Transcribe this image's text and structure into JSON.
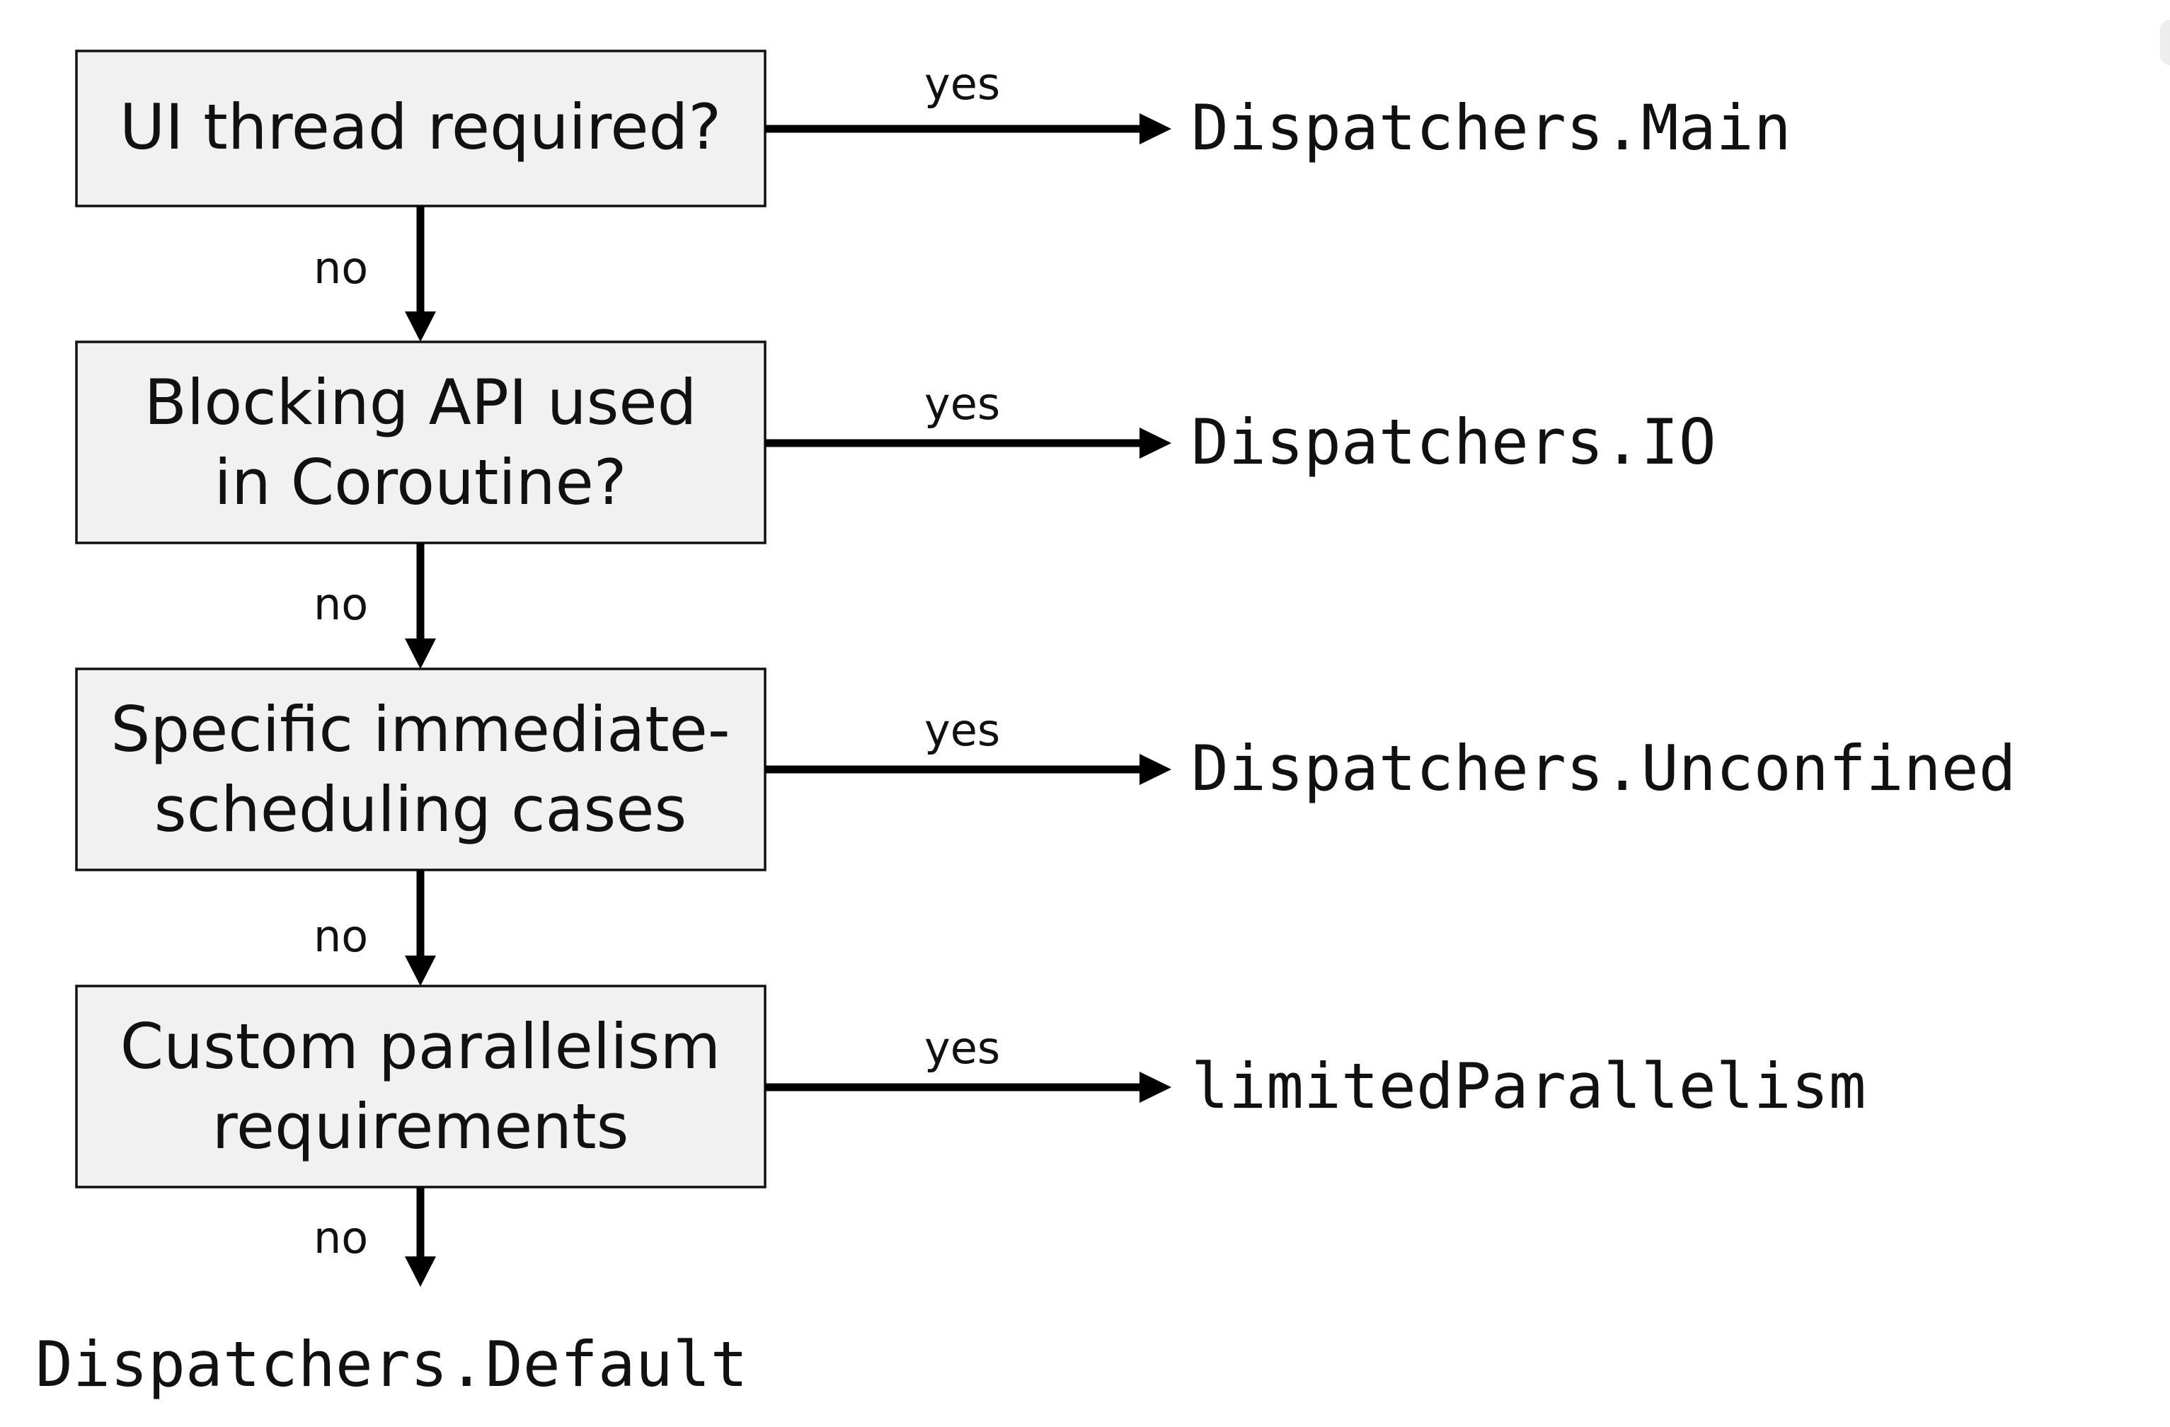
{
  "flowchart": {
    "decisions": [
      {
        "id": "ui-thread",
        "lines": [
          "UI thread required?"
        ],
        "yes_label": "yes",
        "no_label": "no",
        "outcome": "Dispatchers.Main"
      },
      {
        "id": "blocking-api",
        "lines": [
          "Blocking API used",
          "in Coroutine?"
        ],
        "yes_label": "yes",
        "no_label": "no",
        "outcome": "Dispatchers.IO"
      },
      {
        "id": "immediate-scheduling",
        "lines": [
          "Specific immediate-",
          "scheduling cases"
        ],
        "yes_label": "yes",
        "no_label": "no",
        "outcome": "Dispatchers.Unconfined"
      },
      {
        "id": "custom-parallelism",
        "lines": [
          "Custom parallelism",
          "requirements"
        ],
        "yes_label": "yes",
        "no_label": "no",
        "outcome": "limitedParallelism"
      }
    ],
    "final_outcome": "Dispatchers.Default"
  }
}
